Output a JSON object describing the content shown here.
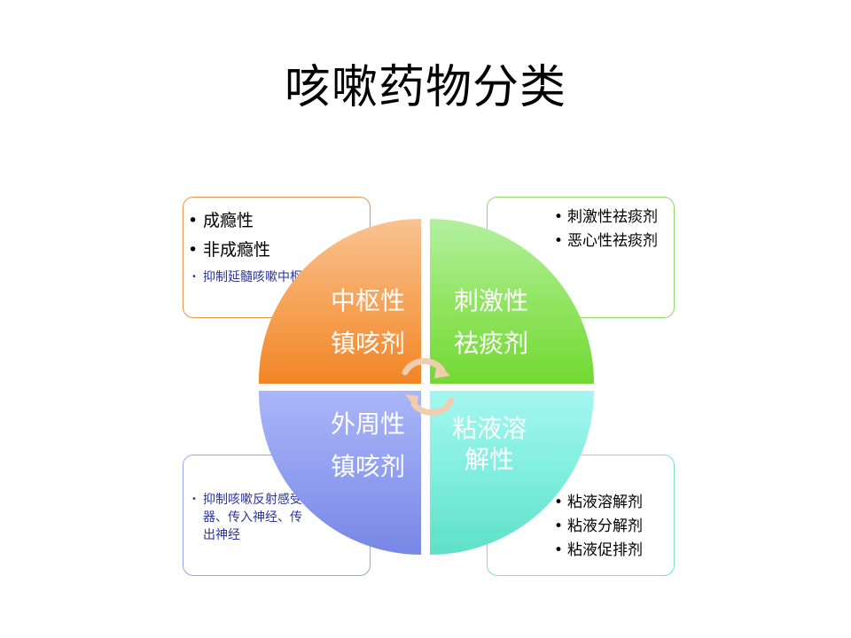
{
  "title": "咳嗽药物分类",
  "quadrants": {
    "top_left": {
      "line1": "中枢性",
      "line2": "镇咳剂",
      "color": "#f5a153"
    },
    "top_right": {
      "line1": "刺激性",
      "line2": "祛痰剂",
      "color": "#86e050"
    },
    "bottom_left": {
      "line1": "外周性",
      "line2": "镇咳剂",
      "color": "#8e9ef0"
    },
    "bottom_right": {
      "line1": "粘液溶",
      "line2": "解性",
      "color": "#6fe6d6"
    }
  },
  "notes": {
    "top_left": {
      "items": [
        "成瘾性",
        "非成瘾性"
      ],
      "sub_items": [
        "抑制延髓咳嗽中枢"
      ]
    },
    "top_right": {
      "items": [
        "刺激性祛痰剂",
        "恶心性祛痰剂"
      ]
    },
    "bottom_left": {
      "sub_items": [
        "抑制咳嗽反射感受器、传入神经、传出神经"
      ]
    },
    "bottom_right": {
      "items": [
        "粘液溶解剂",
        "粘液分解剂",
        "粘液促排剂"
      ]
    }
  }
}
